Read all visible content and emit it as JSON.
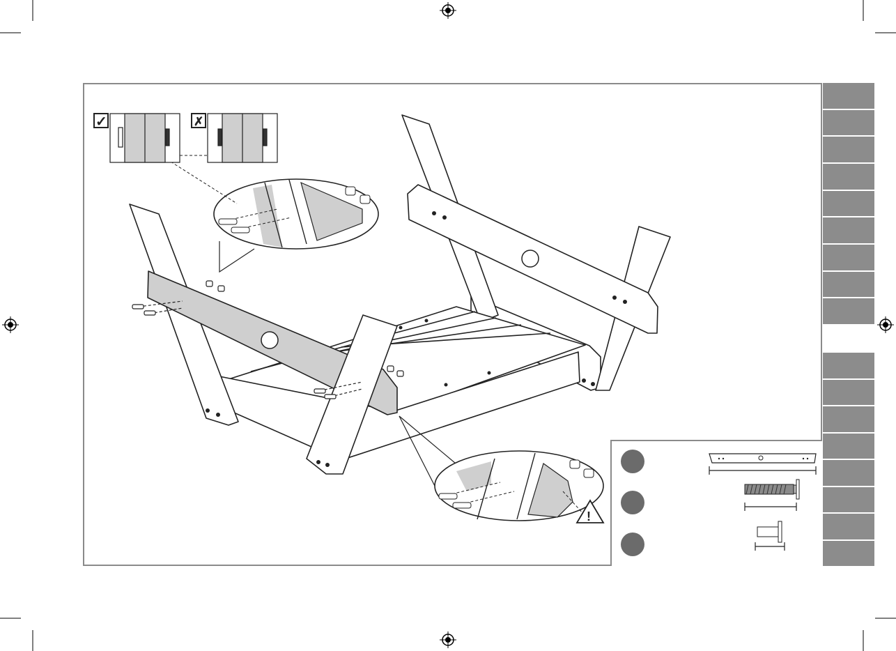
{
  "page": {
    "registration_marks": [
      "crosshair-top",
      "crosshair-bottom",
      "crosshair-left",
      "crosshair-right"
    ]
  },
  "side_tabs": {
    "top_count": 9,
    "bottom_count": 8,
    "color": "#8c8c8c"
  },
  "legend": {
    "correct_symbol": "✓",
    "incorrect_symbol": "✗"
  },
  "warning": {
    "symbol": "!"
  },
  "parts": [
    {
      "icon": "plank-icon"
    },
    {
      "icon": "bolt-icon"
    },
    {
      "icon": "barrel-nut-icon"
    }
  ],
  "colors": {
    "line": "#222222",
    "shade": "#cfcfcf",
    "frame": "#8a8a8a",
    "bullet": "#6b6b6b"
  }
}
